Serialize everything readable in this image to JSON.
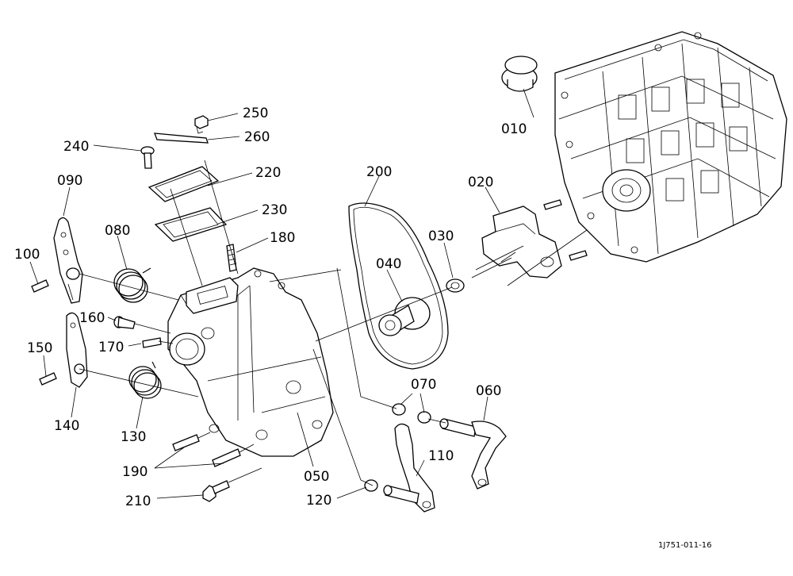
{
  "labels": {
    "p010": "010",
    "p020": "020",
    "p030": "030",
    "p040": "040",
    "p050": "050",
    "p060": "060",
    "p070": "070",
    "p080": "080",
    "p090": "090",
    "p100": "100",
    "p110": "110",
    "p120": "120",
    "p130": "130",
    "p140": "140",
    "p150": "150",
    "p160": "160",
    "p170": "170",
    "p180": "180",
    "p190": "190",
    "p200": "200",
    "p210": "210",
    "p220": "220",
    "p230": "230",
    "p240": "240",
    "p250": "250",
    "p260": "260"
  },
  "drawing_ref": "1J751-011-16"
}
